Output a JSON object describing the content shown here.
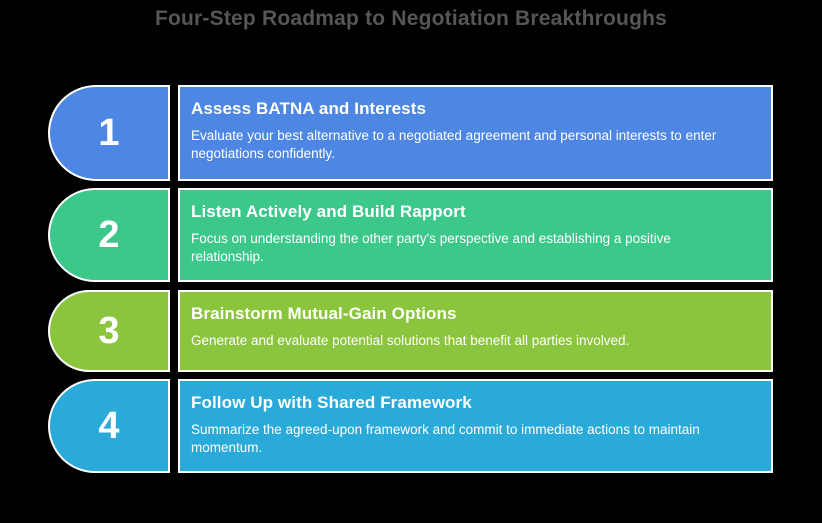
{
  "title": "Four-Step Roadmap to Negotiation Breakthroughs",
  "colors": {
    "background": "#000000",
    "title_text": "#565656",
    "step_text": "#ffffff",
    "outline": "#ffffff",
    "step1": "#4e86e3",
    "step2": "#3cc78b",
    "step3": "#8bc53e",
    "step4": "#29aad8"
  },
  "steps": [
    {
      "number": "1",
      "color": "#4e86e3",
      "title": "Assess BATNA and Interests",
      "description": "Evaluate your best alternative to a negotiated agreement and personal interests to enter negotiations confidently."
    },
    {
      "number": "2",
      "color": "#3cc78b",
      "title": "Listen Actively and Build Rapport",
      "description": "Focus on understanding the other party's perspective and establishing a positive relationship."
    },
    {
      "number": "3",
      "color": "#8bc53e",
      "title": "Brainstorm Mutual-Gain Options",
      "description": "Generate and evaluate potential solutions that benefit all parties involved."
    },
    {
      "number": "4",
      "color": "#29aad8",
      "title": "Follow Up with Shared Framework",
      "description": "Summarize the agreed-upon framework and commit to immediate actions to maintain momentum."
    }
  ]
}
